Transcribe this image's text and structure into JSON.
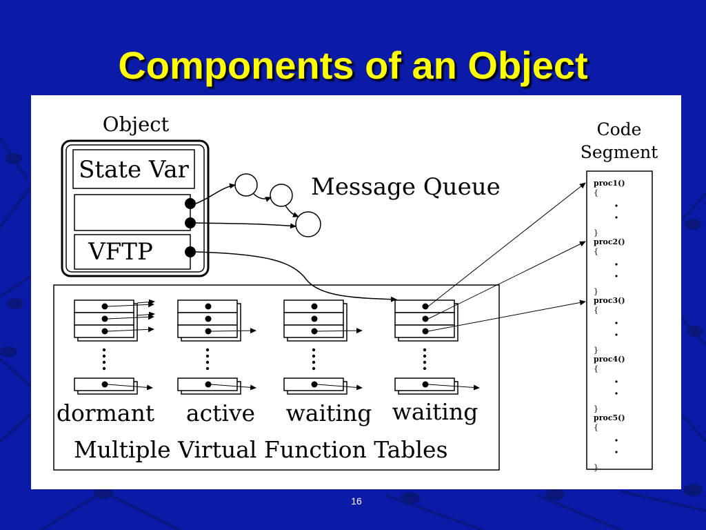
{
  "slide": {
    "title": "Components of an Object",
    "page_number": "16"
  },
  "diagram": {
    "object_label": "Object",
    "state_var_label": "State Var",
    "vftp_label": "VFTP",
    "message_queue_label": "Message Queue",
    "code_segment_label_line1": "Code",
    "code_segment_label_line2": "Segment",
    "table_labels": [
      "dormant",
      "active",
      "waiting",
      "waiting"
    ],
    "vft_group_label": "Multiple Virtual Function Tables",
    "procs": [
      "proc1()",
      "proc2()",
      "proc3()",
      "proc4()",
      "proc5()"
    ],
    "brace_open": "{",
    "brace_close": "}"
  },
  "colors": {
    "background": "#0c1aa8",
    "title": "#ffff00",
    "panel": "#ffffff"
  }
}
